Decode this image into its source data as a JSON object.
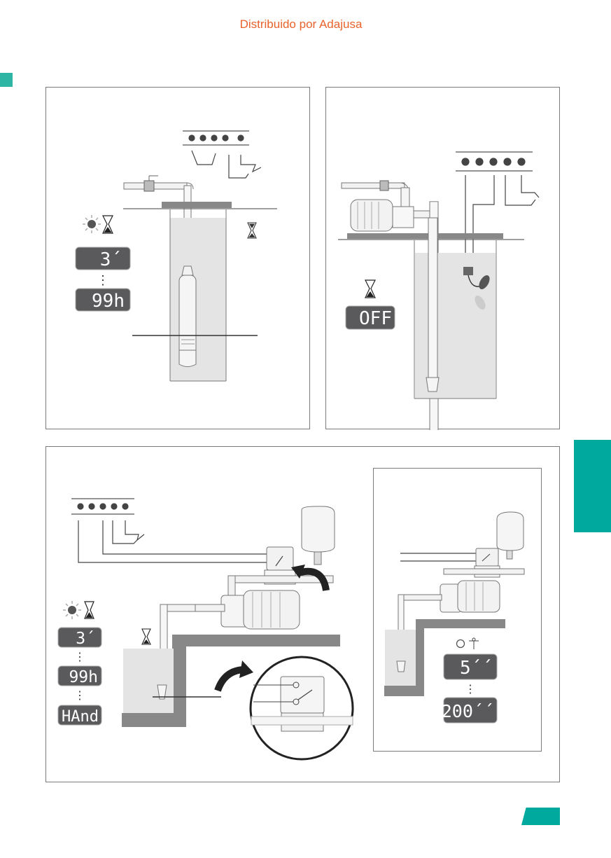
{
  "header": {
    "text": "Distribuido por Adajusa"
  },
  "colors": {
    "accent": "#00a99d",
    "header_text": "#e8622c",
    "lcd_bg": "#5a5a5c",
    "lcd_text": "#ffffff"
  },
  "panel_a": {
    "icons": [
      "led-blinking-icon",
      "hourglass-icon"
    ],
    "displays": [
      "3´",
      "99h"
    ],
    "separator": "⋮"
  },
  "panel_b": {
    "icons": [
      "hourglass-icon"
    ],
    "displays": [
      "OFF"
    ]
  },
  "panel_c": {
    "icons": [
      "led-blinking-icon",
      "hourglass-icon"
    ],
    "displays": [
      "3´",
      "99h",
      "HAnd"
    ],
    "separator": "⋮"
  },
  "panel_d": {
    "icons": [
      "led-off-icon",
      "manual-switch-icon"
    ],
    "displays": [
      "5´´",
      "200´´"
    ],
    "separator": "⋮"
  }
}
